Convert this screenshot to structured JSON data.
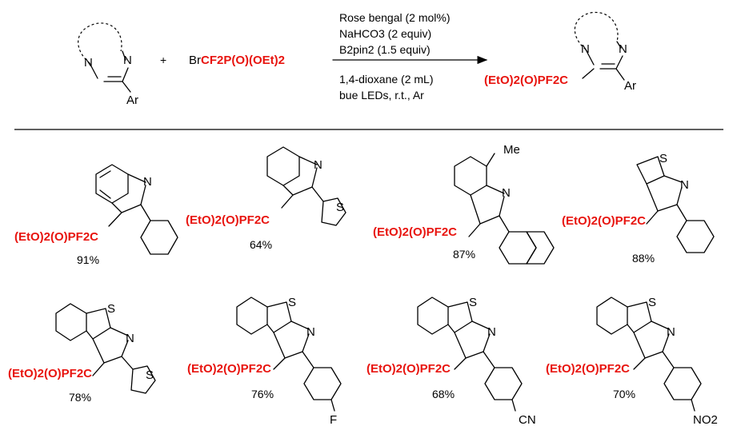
{
  "reaction": {
    "plus": "+",
    "reagent_prefix": "Br",
    "reagent_red": "CF2P(O)(OEt)2",
    "conditions_above": [
      "Rose bengal (2 mol%)",
      "NaHCO3 (2 equiv)",
      "B2pin2 (1.5 equiv)"
    ],
    "conditions_below": [
      "1,4-dioxane (2 mL)",
      "bue LEDs, r.t., Ar"
    ],
    "atom_N": "N",
    "atom_Ar": "Ar"
  },
  "products": {
    "group_label": "(EtO)2(O)PF2C",
    "atom_N": "N",
    "atom_S": "S",
    "substituent_Me": "Me",
    "substituent_F": "F",
    "substituent_CN": "CN",
    "substituent_NO2": "NO2",
    "yields": [
      "91%",
      "64%",
      "87%",
      "88%",
      "78%",
      "76%",
      "68%",
      "70%"
    ]
  },
  "colors": {
    "highlight": "#e8140f",
    "ink": "#000000"
  }
}
